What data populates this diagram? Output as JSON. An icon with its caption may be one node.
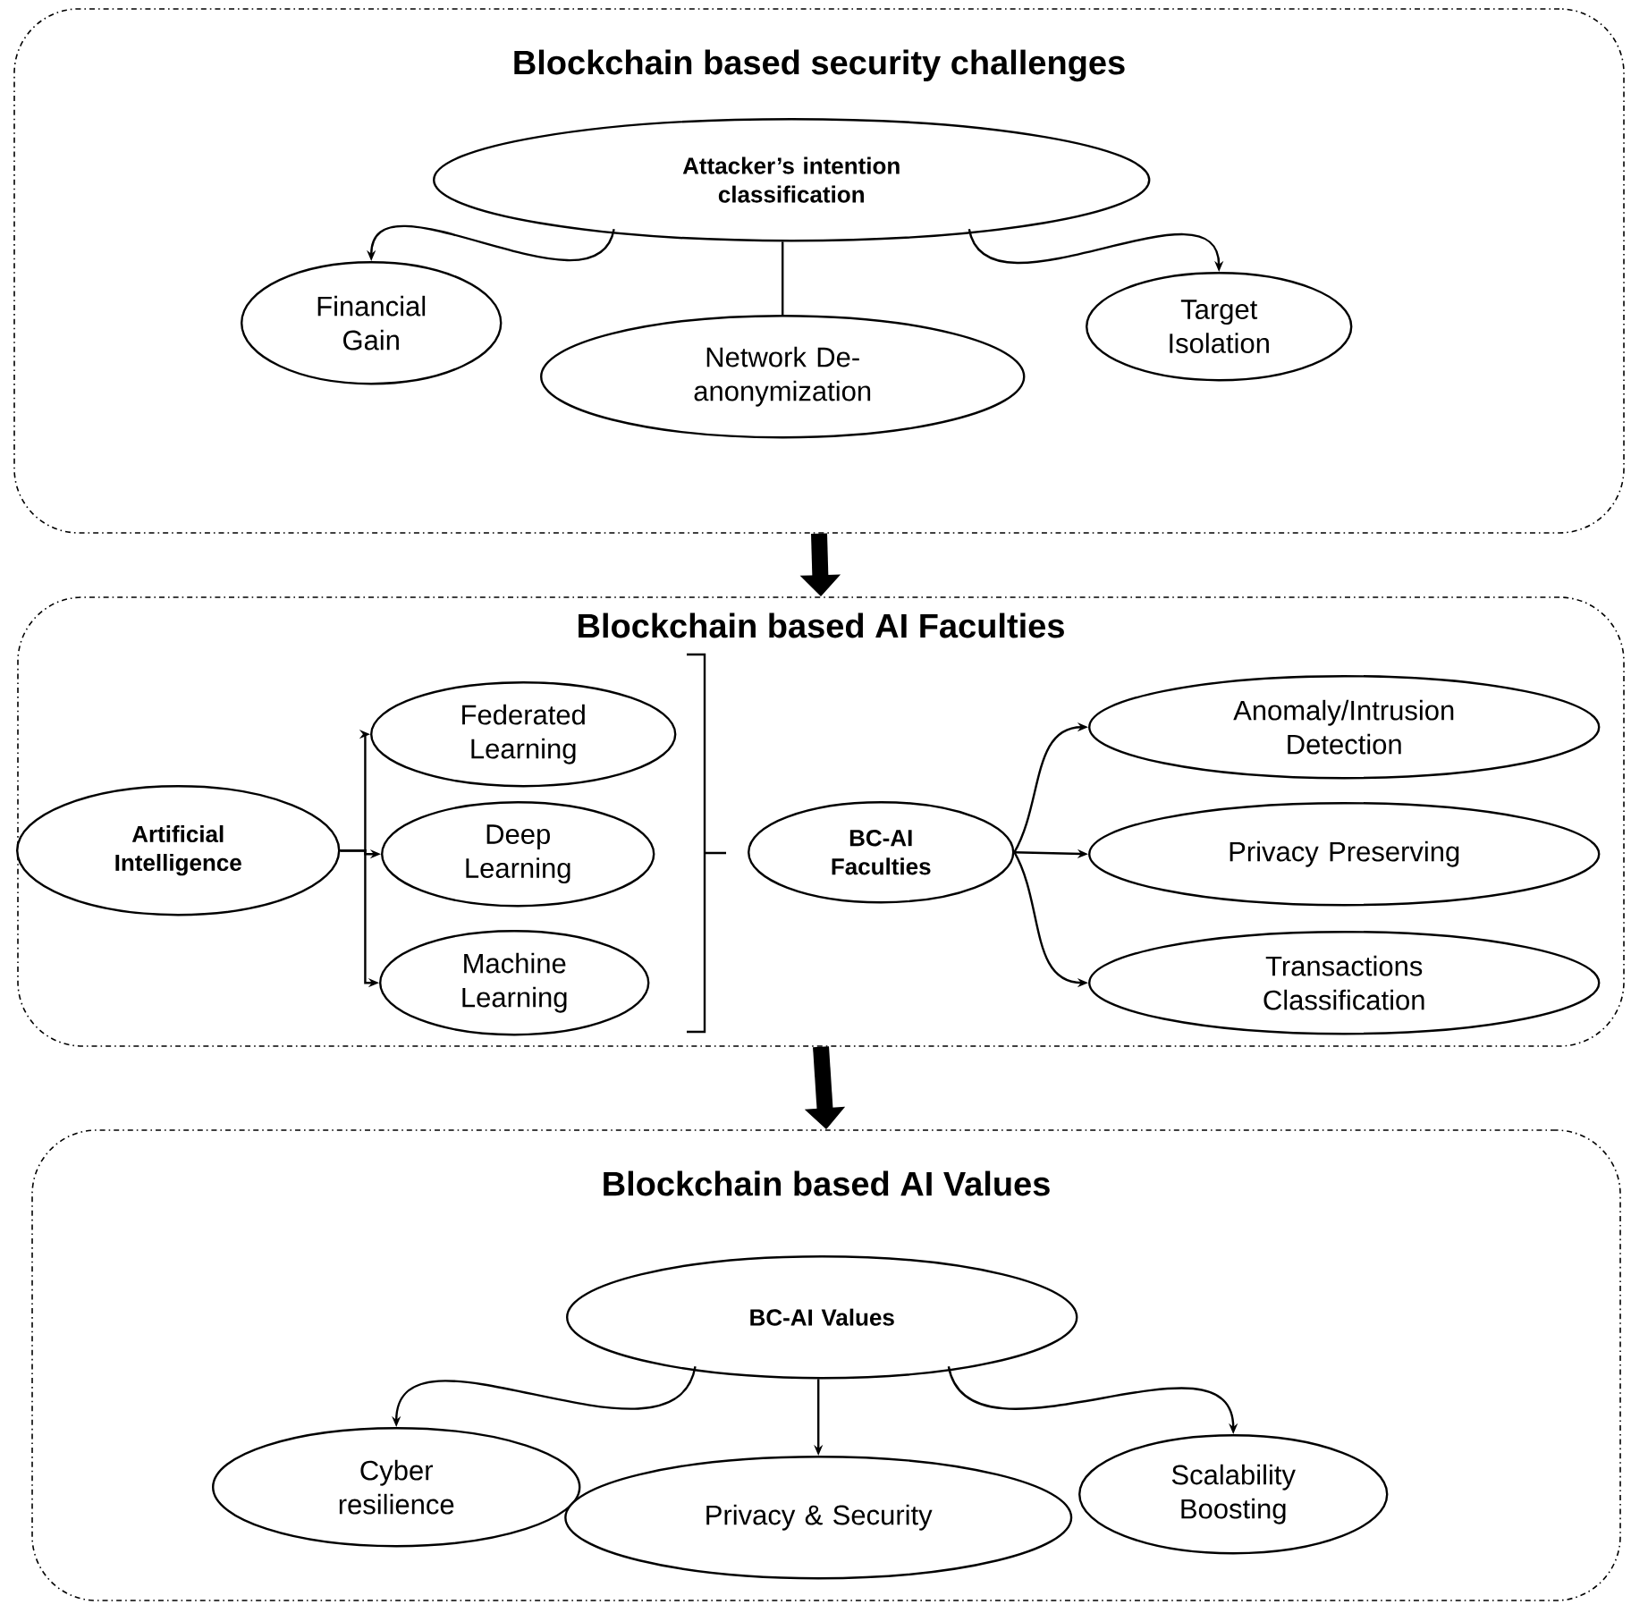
{
  "diagram": {
    "nodes": [
      {
        "text": [
          "Blockchain based security challenges"
        ]
      },
      {
        "text": [
          "Attacker’s intention classification"
        ],
        "in": 0
      },
      {
        "text": [
          "Financial Gain"
        ],
        "in": 0
      },
      {
        "text": [
          "Network De-anonymization"
        ],
        "in": 0
      },
      {
        "text": [
          "Target Isolation"
        ],
        "in": 0
      },
      {
        "text": [
          "Blockchain based AI Faculties"
        ]
      },
      {
        "text": [
          "Artificial Intelligence"
        ],
        "in": 5
      },
      {
        "text": [
          "Federated Learning"
        ],
        "in": 5
      },
      {
        "text": [
          "Deep Learning"
        ],
        "in": 5
      },
      {
        "text": [
          "Machine Learning"
        ],
        "in": 5
      },
      {
        "text": [
          "BC-AI Faculties"
        ],
        "in": 5
      },
      {
        "text": [
          "Anomaly/Intrusion Detection"
        ],
        "in": 5
      },
      {
        "text": [
          "Privacy Preserving"
        ],
        "in": 5
      },
      {
        "text": [
          "Transactions Classification"
        ],
        "in": 5
      },
      {
        "text": [
          "Blockchain based AI Values"
        ]
      },
      {
        "text": [
          "BC-AI Values"
        ],
        "in": 14
      },
      {
        "text": [
          "Cyber resilience"
        ],
        "in": 14
      },
      {
        "text": [
          "Privacy & Security"
        ],
        "in": 14
      },
      {
        "text": [
          "Scalability Boosting"
        ],
        "in": 14
      }
    ],
    "edges": [
      {
        "from": 1,
        "to": 2,
        "arrow": "to"
      },
      {
        "from": 1,
        "to": 3,
        "arrow": "none"
      },
      {
        "from": 1,
        "to": 4,
        "arrow": "to"
      },
      {
        "from": 0,
        "to": 5,
        "arrow": "to",
        "style": "thick"
      },
      {
        "from": 6,
        "to": 7,
        "arrow": "to"
      },
      {
        "from": 6,
        "to": 8,
        "arrow": "to"
      },
      {
        "from": 6,
        "to": 9,
        "arrow": "to"
      },
      {
        "from": 10,
        "to": 11,
        "arrow": "to"
      },
      {
        "from": 10,
        "to": 12,
        "arrow": "to"
      },
      {
        "from": 10,
        "to": 13,
        "arrow": "to"
      },
      {
        "from": 5,
        "to": 14,
        "arrow": "to",
        "style": "thick"
      },
      {
        "from": 15,
        "to": 16,
        "arrow": "to"
      },
      {
        "from": 15,
        "to": 17,
        "arrow": "to"
      },
      {
        "from": 15,
        "to": 18,
        "arrow": "to"
      }
    ]
  }
}
